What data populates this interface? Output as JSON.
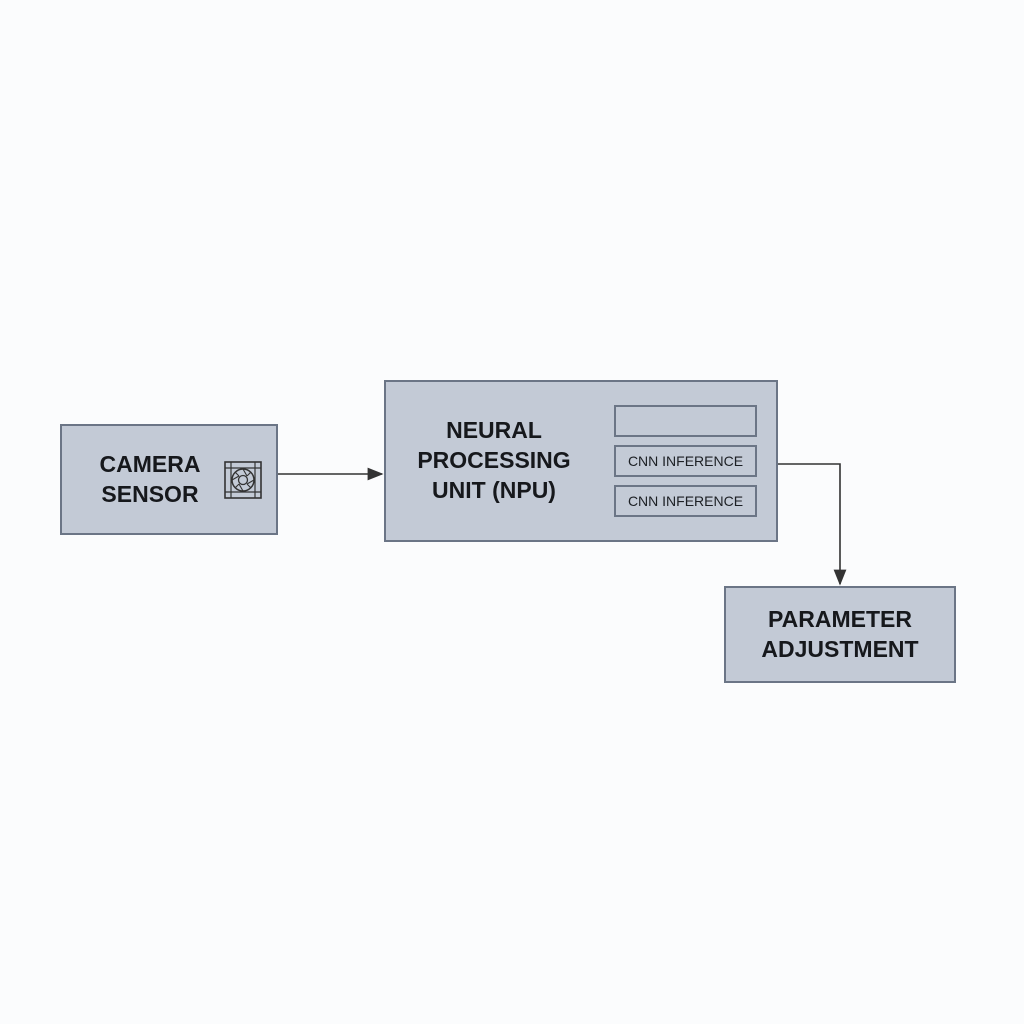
{
  "diagram": {
    "nodes": {
      "camera": {
        "label": "CAMERA\nSENSOR",
        "icon": "camera-aperture-icon"
      },
      "npu": {
        "label": "NEURAL\nPROCESSING\nUNIT (NPU)",
        "sub_blocks": [
          "",
          "CNN INFERENCE",
          "CNN INFERENCE"
        ]
      },
      "param": {
        "label": "PARAMETER\nADJUSTMENT"
      }
    },
    "edges": [
      {
        "from": "CAMERA SENSOR",
        "to": "NEURAL PROCESSING UNIT (NPU)"
      },
      {
        "from": "NEURAL PROCESSING UNIT (NPU)",
        "to": "PARAMETER ADJUSTMENT"
      }
    ],
    "colors": {
      "box_fill": "#c3cad6",
      "box_border": "#6b7586",
      "line": "#333333"
    }
  }
}
